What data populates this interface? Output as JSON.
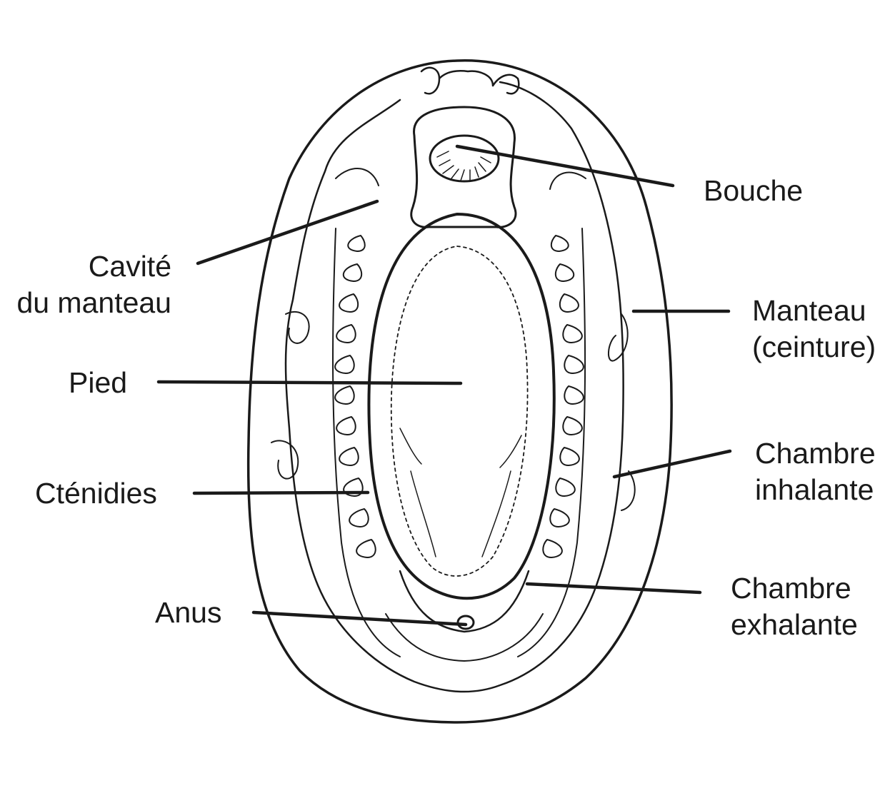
{
  "labels": {
    "bouche": "Bouche",
    "cavite_line1": "Cavité",
    "cavite_line2": "du manteau",
    "manteau_line1": "Manteau",
    "manteau_line2": "(ceinture)",
    "pied": "Pied",
    "chambre_inhalante_line1": "Chambre",
    "chambre_inhalante_line2": "inhalante",
    "ctenidies": "Cténidies",
    "chambre_exhalante_line1": "Chambre",
    "chambre_exhalante_line2": "exhalante",
    "anus": "Anus"
  },
  "colors": {
    "ink": "#1a1a1a",
    "background": "#ffffff"
  }
}
